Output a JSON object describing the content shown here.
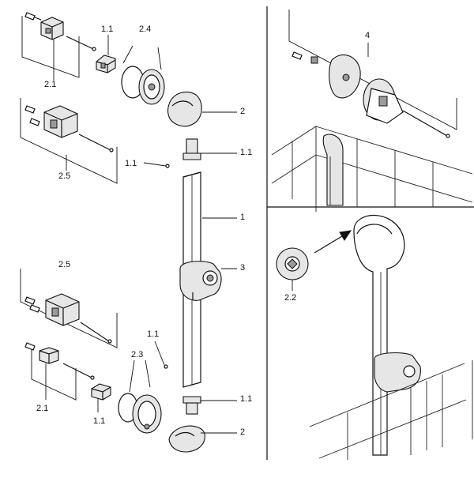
{
  "labels": {
    "p_1_1_top": "1.1",
    "p_2_4": "2.4",
    "p_2_1_top": "2.1",
    "p_2_top": "2",
    "p_1_1_right_top": "1.1",
    "p_1_1_left": "1.1",
    "p_2_5_top": "2.5",
    "p_1": "1",
    "p_3": "3",
    "p_2_5_bottom": "2.5",
    "p_1_1_mid": "1.1",
    "p_2_3": "2.3",
    "p_2_1_bottom": "2.1",
    "p_1_1_bottom": "1.1",
    "p_1_1_right_bottom": "1.1",
    "p_2_bottom": "2",
    "p_4": "4",
    "p_2_2": "2.2"
  }
}
